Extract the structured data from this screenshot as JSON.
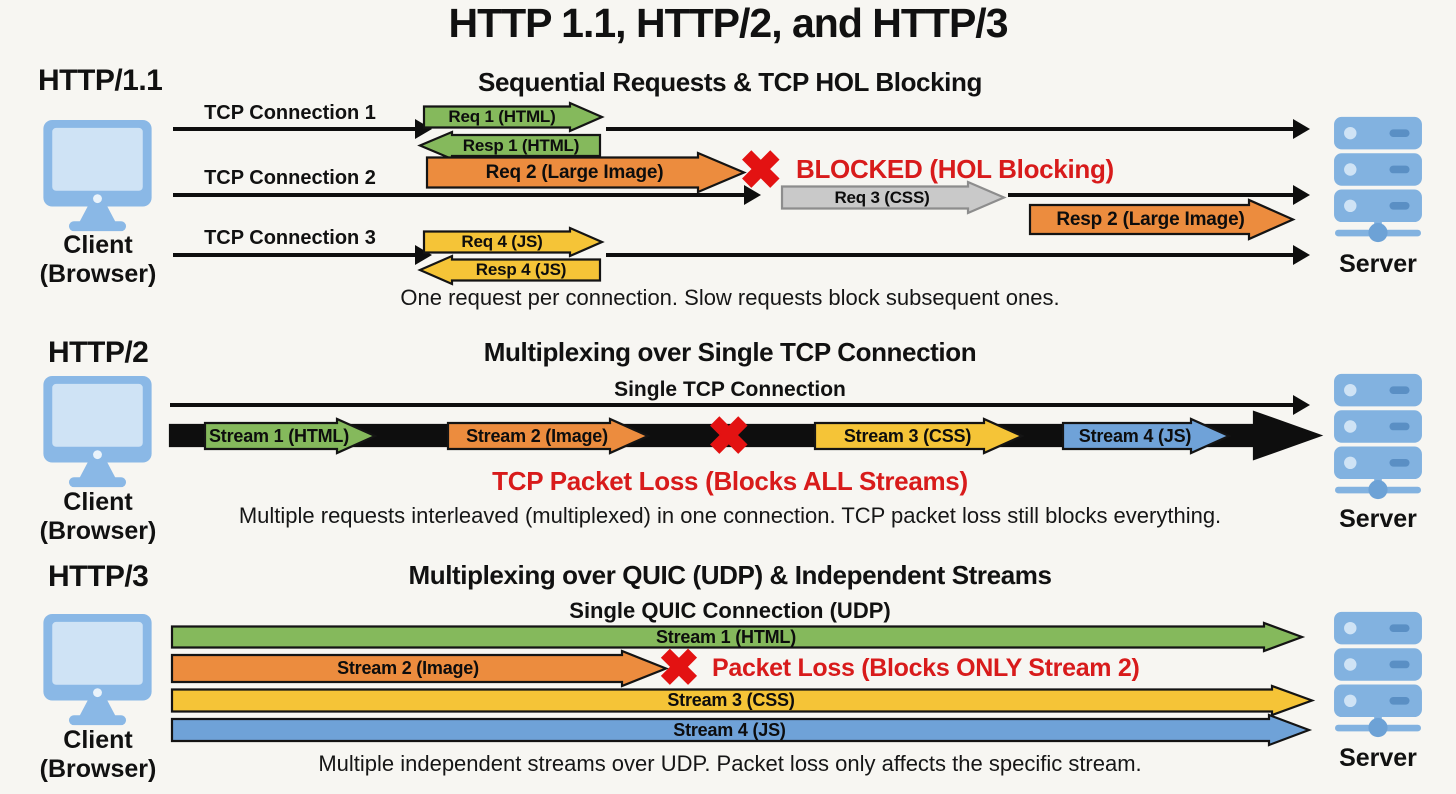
{
  "title": "HTTP 1.1, HTTP/2, and HTTP/3",
  "client_label": "Client\n(Browser)",
  "server_label": "Server",
  "colors": {
    "green": "#85b95c",
    "orange": "#ec8c3e",
    "yellow": "#f5c437",
    "gray": "#c9c9c9",
    "blue": "#6fa2d8",
    "red": "#d81b1b",
    "line_black": "#0e0e0e",
    "icon_blue": "#8ab8e6",
    "background": "#f7f6f2"
  },
  "http11": {
    "protocol": "HTTP/1.1",
    "heading": "Sequential Requests & TCP HOL Blocking",
    "connections": [
      "TCP Connection 1",
      "TCP Connection 2",
      "TCP Connection 3"
    ],
    "req1": "Req 1 (HTML)",
    "resp1": "Resp 1 (HTML)",
    "req2": "Req 2 (Large Image)",
    "blocked": "BLOCKED (HOL Blocking)",
    "req3": "Req 3 (CSS)",
    "resp2": "Resp 2 (Large Image)",
    "req4": "Req 4 (JS)",
    "resp4": "Resp 4 (JS)",
    "caption": "One request per connection. Slow requests block subsequent ones."
  },
  "http2": {
    "protocol": "HTTP/2",
    "heading": "Multiplexing over Single TCP Connection",
    "connection_label": "Single TCP Connection",
    "streams": [
      "Stream 1 (HTML)",
      "Stream 2 (Image)",
      "Stream 3 (CSS)",
      "Stream 4 (JS)"
    ],
    "loss": "TCP Packet Loss (Blocks ALL Streams)",
    "caption": "Multiple requests interleaved (multiplexed) in one connection. TCP packet loss still blocks everything."
  },
  "http3": {
    "protocol": "HTTP/3",
    "heading": "Multiplexing over QUIC (UDP) & Independent Streams",
    "connection_label": "Single QUIC Connection (UDP)",
    "streams": [
      "Stream 1 (HTML)",
      "Stream 2 (Image)",
      "Stream 3 (CSS)",
      "Stream 4 (JS)"
    ],
    "loss": "Packet Loss (Blocks ONLY Stream 2)",
    "caption": "Multiple independent streams over UDP. Packet loss only affects the specific stream."
  }
}
